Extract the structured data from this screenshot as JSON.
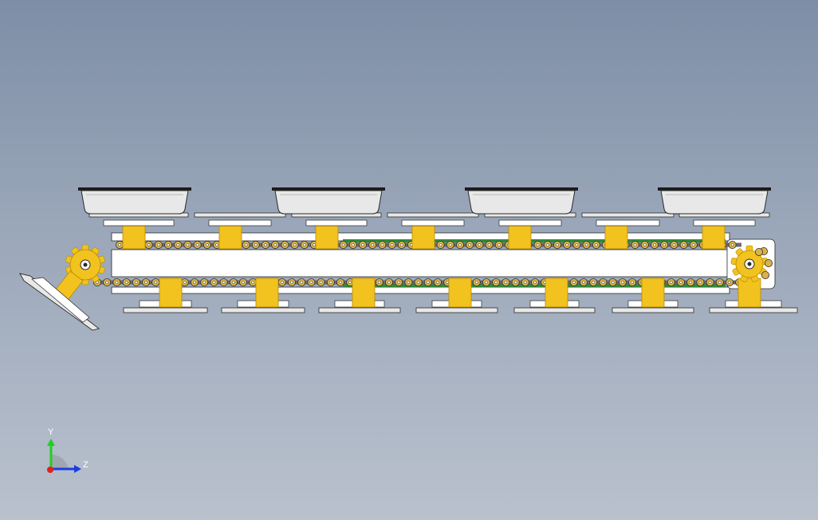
{
  "viewport": {
    "background_top": "#7e8ea6",
    "background_bottom": "#b9c1cd"
  },
  "model": {
    "name": "",
    "colors": {
      "bracket": "#f2c21e",
      "bracket_dark": "#b88a00",
      "frame": "#ffffff",
      "outline": "#2a2a2a",
      "chain_roller": "#d9b24a",
      "chain_link": "#6a6a6a",
      "chain_plate_green": "#2f8a3a",
      "tray": "#e8e8e8",
      "tray_rim": "#1c1c1c"
    },
    "tray_count": 4,
    "upper_bracket_count": 7,
    "lower_bracket_count": 7,
    "sprocket_count": 2
  },
  "triad": {
    "y_label": "Y",
    "z_label": "Z",
    "y_color": "#1fd01f",
    "z_color": "#1a3fe0",
    "x_color": "#e02020"
  }
}
